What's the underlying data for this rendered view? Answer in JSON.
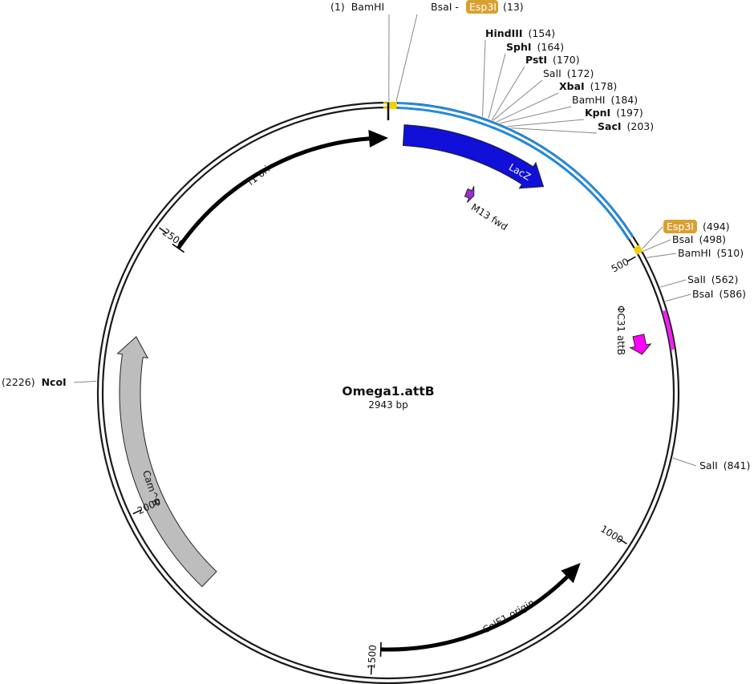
{
  "map": {
    "name": "Omega1.attB",
    "length_label": "2943 bp",
    "total_bp": 2943
  },
  "colors": {
    "backbone": "#1a1a1a",
    "mcs_blue": "#1e90e8",
    "lacz_fill": "#1010d8",
    "m13_fill": "#9932cc",
    "attb_fill": "#ff00ff",
    "attb_band": "#ee22ee",
    "cam_fill": "#bdbdbd",
    "esp3i_badge": "#d9a030",
    "highlight_yellow": "#f5d000"
  },
  "ticks": [
    {
      "bp": 500,
      "label": "500"
    },
    {
      "bp": 1000,
      "label": "1000"
    },
    {
      "bp": 1500,
      "label": "1500"
    },
    {
      "bp": 2000,
      "label": "2000"
    },
    {
      "bp": 2500,
      "label": "2500"
    }
  ],
  "features": [
    {
      "name": "f1 ori",
      "start": 2490,
      "end": 2943,
      "color": "#000000",
      "style": "thin"
    },
    {
      "name": "LacZ",
      "start": 28,
      "end": 302,
      "color": "#1010d8",
      "style": "thick"
    },
    {
      "name": "M13 fwd",
      "start": 174,
      "end": 192,
      "color": "#9932cc",
      "style": "small"
    },
    {
      "name": "ΦC31 attB",
      "start": 630,
      "end": 665,
      "color": "#ff00ff",
      "style": "small"
    },
    {
      "name": "ColE1 origin",
      "start": 1485,
      "end": 1075,
      "color": "#000000",
      "style": "thin"
    },
    {
      "name": "Cam^R",
      "start": 1830,
      "end": 2310,
      "color": "#bdbdbd",
      "style": "thick"
    }
  ],
  "sites": [
    {
      "pre": "(1)",
      "name": "BamHI",
      "pos": "",
      "bold": false
    },
    {
      "name": "BsaI",
      "sep": " - ",
      "badge": "Esp3I",
      "pos": "(13)",
      "bold": false
    },
    {
      "name": "HindIII",
      "pos": "(154)",
      "bold": true
    },
    {
      "name": "SphI",
      "pos": "(164)",
      "bold": true
    },
    {
      "name": "PstI",
      "pos": "(170)",
      "bold": true
    },
    {
      "name": "SalI",
      "pos": "(172)",
      "bold": false
    },
    {
      "name": "XbaI",
      "pos": "(178)",
      "bold": true
    },
    {
      "name": "BamHI",
      "pos": "(184)",
      "bold": false
    },
    {
      "name": "KpnI",
      "pos": "(197)",
      "bold": true
    },
    {
      "name": "SacI",
      "pos": "(203)",
      "bold": true
    },
    {
      "name": "",
      "badge": "Esp3I",
      "pos": "(494)",
      "bold": false
    },
    {
      "name": "BsaI",
      "pos": "(498)",
      "bold": false
    },
    {
      "name": "BamHI",
      "pos": "(510)",
      "bold": false
    },
    {
      "name": "SalI",
      "pos": "(562)",
      "bold": false
    },
    {
      "name": "BsaI",
      "pos": "(586)",
      "bold": false
    },
    {
      "name": "SalI",
      "pos": "(841)",
      "bold": false
    },
    {
      "pre": "(2226)",
      "name": "NcoI",
      "pos": "",
      "bold": true
    }
  ]
}
